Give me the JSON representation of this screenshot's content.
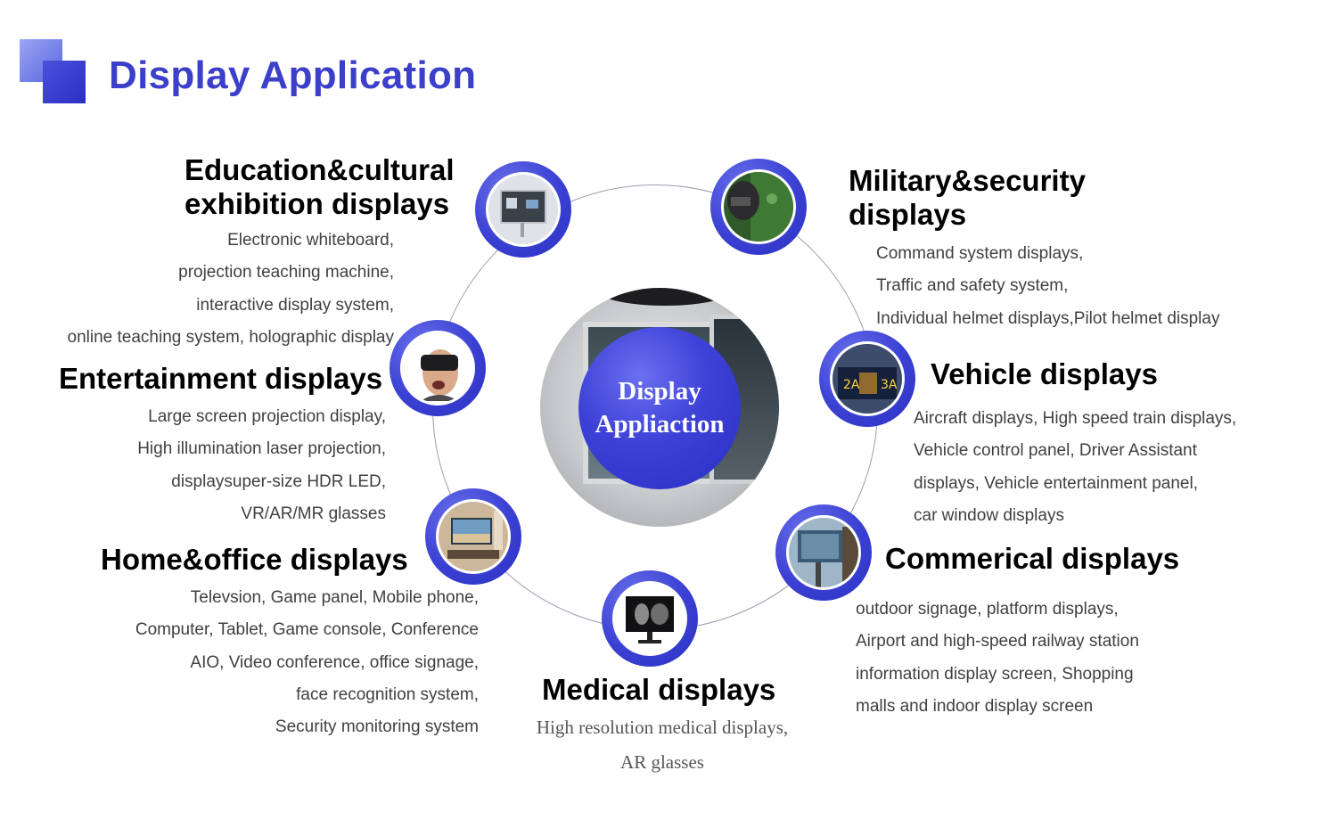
{
  "page_title": "Display Application",
  "center_label": "Display\nAppliaction",
  "sections": {
    "education": {
      "heading": "Education&cultural\nexhibition displays",
      "items": [
        "Electronic whiteboard,",
        "projection teaching machine,",
        "interactive display system,",
        "online teaching system, holographic display"
      ]
    },
    "entertainment": {
      "heading": "Entertainment displays",
      "items": [
        "Large screen projection display,",
        "High illumination laser projection,",
        "displaysuper-size HDR LED,",
        "VR/AR/MR glasses"
      ]
    },
    "home_office": {
      "heading": "Home&office displays",
      "items": [
        "Televsion, Game panel, Mobile phone,",
        "Computer, Tablet, Game console, Conference",
        "AIO, Video conference, office signage,",
        "face recognition system,",
        "Security monitoring system"
      ]
    },
    "medical": {
      "heading": "Medical displays",
      "items": [
        "High resolution medical displays,",
        "AR glasses"
      ]
    },
    "military": {
      "heading": "Military&security\ndisplays",
      "items": [
        "Command system displays,",
        "Traffic and safety system,",
        "Individual helmet displays,Pilot helmet display"
      ]
    },
    "vehicle": {
      "heading": "Vehicle displays",
      "items": [
        "Aircraft displays, High speed train displays,",
        "Vehicle control panel, Driver Assistant",
        "displays, Vehicle entertainment panel,",
        "car window displays"
      ]
    },
    "commercial": {
      "heading": "Commerical displays",
      "items": [
        "outdoor signage, platform displays,",
        "Airport and high-speed railway station",
        "information display screen, Shopping",
        "malls and indoor display screen"
      ]
    }
  },
  "colors": {
    "accent": "#3b3fc9",
    "node_blue": "#3a40d2",
    "heading_text": "#000000",
    "body_text": "#404040"
  }
}
